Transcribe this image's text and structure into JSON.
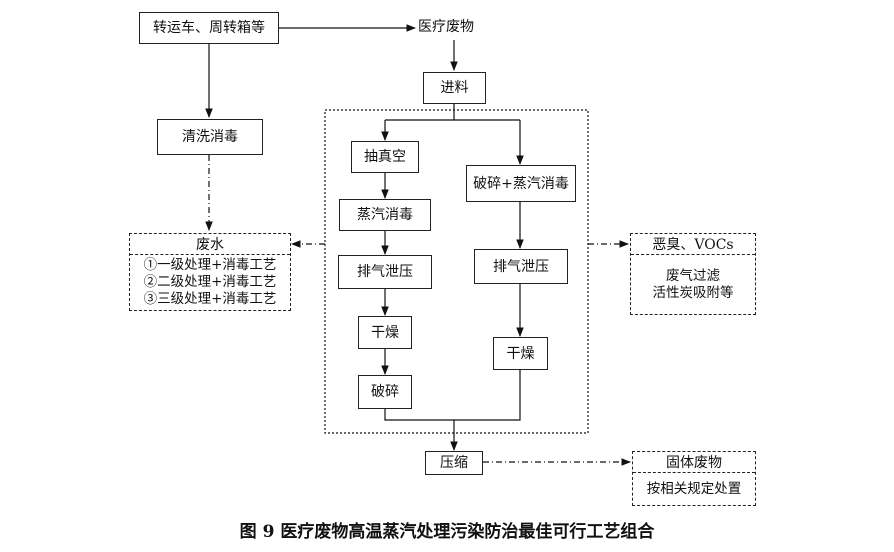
{
  "diagram": {
    "nodes": {
      "carts": "转运车、周转箱等",
      "medical_waste": "医疗废物",
      "feeding": "进料",
      "cleaning": "清洗消毒",
      "vacuum": "抽真空",
      "steam_disinfection": "蒸汽消毒",
      "exhaust_left": "排气泄压",
      "drying_left": "干燥",
      "crushing": "破碎",
      "crush_steam": "破碎+蒸汽消毒",
      "exhaust_right": "排气泄压",
      "drying_right": "干燥",
      "compression": "压缩"
    },
    "wastewater": {
      "title": "废水",
      "items": [
        "①一级处理+消毒工艺",
        "②二级处理+消毒工艺",
        "③三级处理+消毒工艺"
      ]
    },
    "odor": {
      "title": "恶臭、VOCs",
      "items": [
        "废气过滤",
        "活性炭吸附等"
      ]
    },
    "solid": {
      "title": "固体废物",
      "items": [
        "按相关规定处置"
      ]
    }
  },
  "caption": "图 9  医疗废物高温蒸汽处理污染防治最佳可行工艺组合"
}
